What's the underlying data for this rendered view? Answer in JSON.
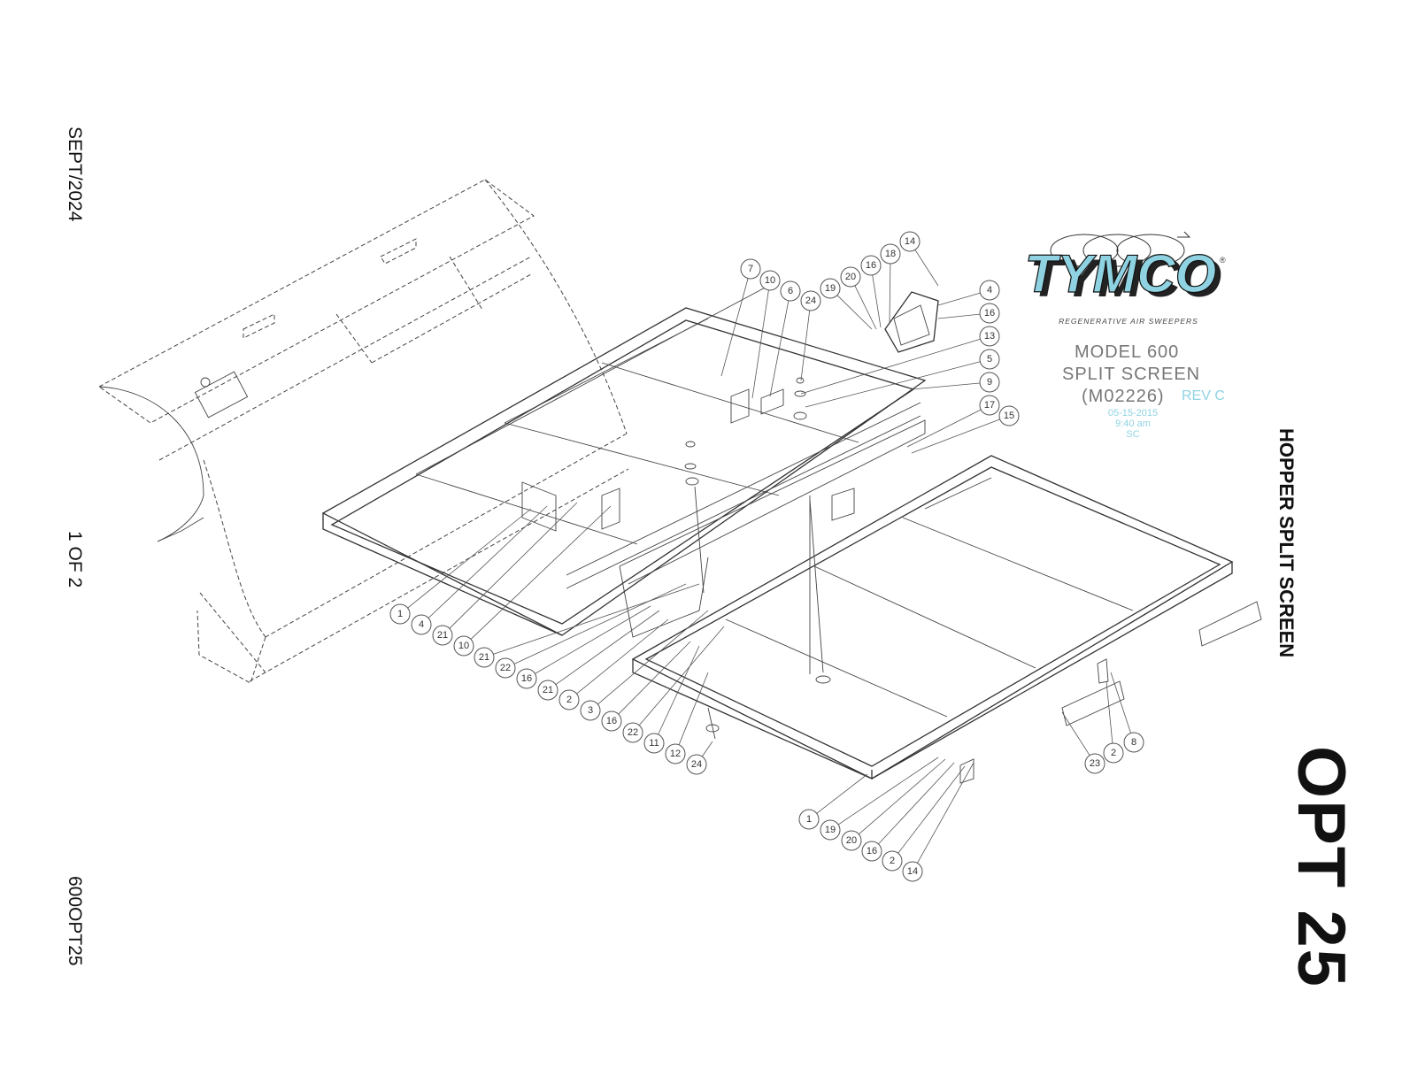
{
  "side_labels": {
    "date": "SEPT/2024",
    "sheet": "1 OF 2",
    "doc_code": "600OPT25",
    "section_title": "HOPPER SPLIT SCREEN",
    "option_label": "OPT 25"
  },
  "logo": {
    "brand": "TYMCO",
    "registered_mark": "®",
    "tagline": "REGENERATIVE AIR SWEEPERS",
    "brand_color": "#8fd3e3",
    "shadow_color": "#222222"
  },
  "title_block": {
    "line1": "MODEL 600",
    "line2": "SPLIT SCREEN",
    "part_number": "(M02226)",
    "revision": "REV C",
    "date": "05-15-2015",
    "time": "9:40 am",
    "initials": "SC",
    "text_color": "#777777",
    "accent_color": "#8fd3e3"
  },
  "callouts": [
    "1",
    "4",
    "21",
    "10",
    "21",
    "22",
    "16",
    "21",
    "2",
    "3",
    "16",
    "22",
    "11",
    "12",
    "24",
    "1",
    "19",
    "20",
    "16",
    "2",
    "14",
    "23",
    "2",
    "8",
    "7",
    "10",
    "6",
    "24",
    "19",
    "20",
    "16",
    "18",
    "14",
    "4",
    "16",
    "13",
    "5",
    "9",
    "17",
    "15"
  ]
}
